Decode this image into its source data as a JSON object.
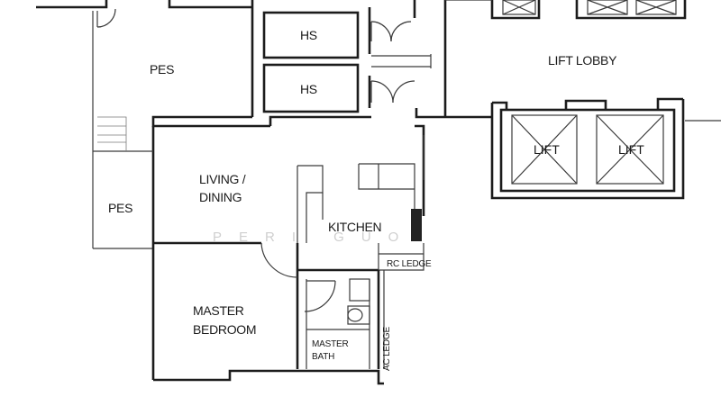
{
  "plan": {
    "rooms": {
      "pes_top": "PES",
      "pes_bottom": "PES",
      "hs_1": "HS",
      "hs_2": "HS",
      "lift_lobby": "LIFT LOBBY",
      "lift_1": "LIFT",
      "lift_2": "LIFT",
      "living_line1": "LIVING /",
      "living_line2": "DINING",
      "kitchen": "KITCHEN",
      "rc_ledge": "RC LEDGE",
      "master_bedroom_line1": "MASTER",
      "master_bedroom_line2": "BEDROOM",
      "master_bath_line1": "MASTER",
      "master_bath_line2": "BATH",
      "ac_ledge": "AC LEDGE"
    },
    "watermark": "PERI GUO"
  }
}
